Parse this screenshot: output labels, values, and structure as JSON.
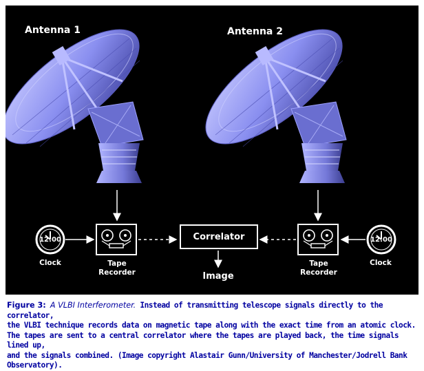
{
  "antenna1_label": "Antenna 1",
  "antenna2_label": "Antenna 2",
  "clock_time": "12:00",
  "clock_label": "Clock",
  "tape_recorder_label_line1": "Tape",
  "tape_recorder_label_line2": "Recorder",
  "correlator_label": "Correlator",
  "image_label": "Image",
  "caption": {
    "figure_number": "Figure 3:",
    "title": "A VLBI Interferometer.",
    "line1": " Instead of transmitting telescope signals directly to the correlator,",
    "line2": "the VLBI technique records data on magnetic tape along with the exact time from an atomic clock.",
    "line3": "The tapes are sent to a central correlator where the tapes are played back, the time signals lined up,",
    "line4": "and the signals combined. (Image copyright Alastair Gunn/University of Manchester/Jodrell Bank",
    "line5": "Observatory)."
  },
  "colors": {
    "background": "#000000",
    "dish": "#8a8ff0",
    "caption_text": "#0000a0",
    "lines": "#ffffff"
  }
}
